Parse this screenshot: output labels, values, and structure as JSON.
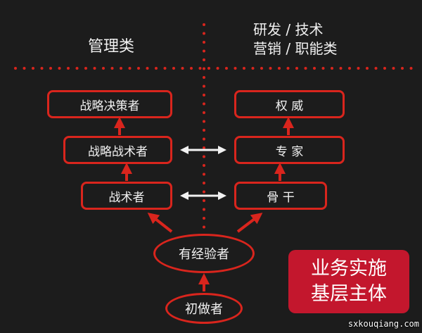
{
  "headers": {
    "management": "管理类",
    "rd_line1": "研发 / 技术",
    "rd_line2": "营销 / 职能类"
  },
  "management_track": {
    "decision": "战略决策者",
    "strategy_tactics": "战略战术者",
    "tactics": "战术者"
  },
  "professional_track": {
    "authority": "权 威",
    "expert": "专 家",
    "backbone": "骨 干"
  },
  "experienced": "有经验者",
  "beginner": "初做者",
  "badge": {
    "line1": "业务实施",
    "line2": "基层主体"
  },
  "watermark": "sxkouqiang.com",
  "colors": {
    "background": "#1c1c1c",
    "accent": "#d9251d",
    "badge": "#c3172d",
    "text": "#f2f2f2"
  }
}
